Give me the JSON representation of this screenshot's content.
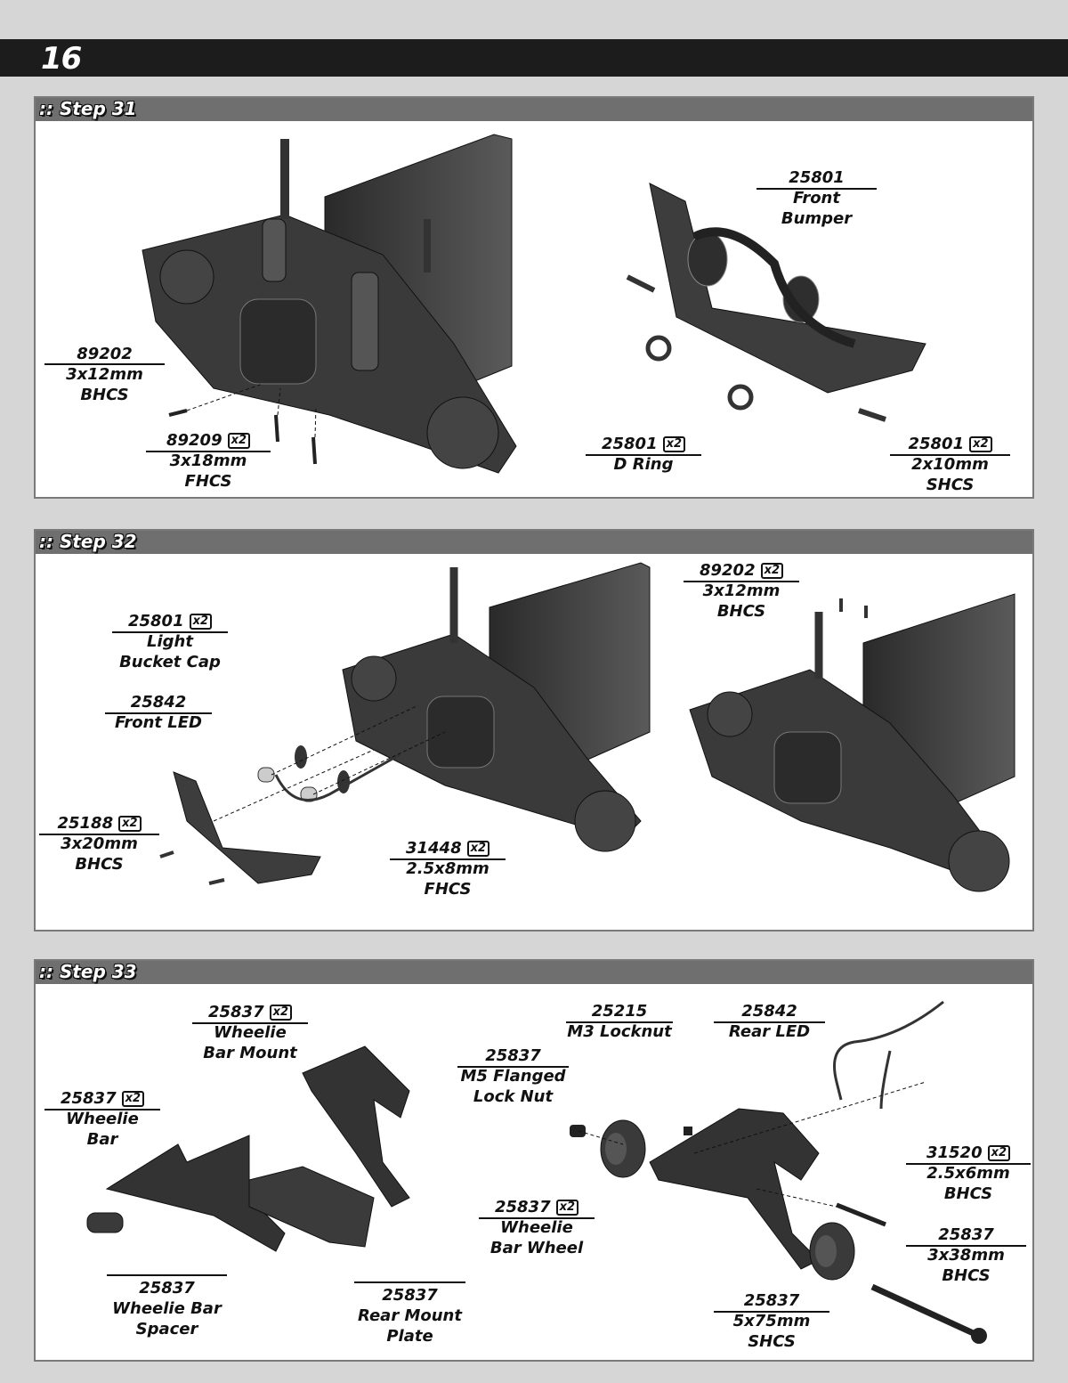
{
  "page_number": "16",
  "steps": [
    {
      "title": ":: Step 31",
      "labels": [
        {
          "num": "89202",
          "qty": "",
          "lines": [
            "3x12mm",
            "BHCS"
          ]
        },
        {
          "num": "89209",
          "qty": "x2",
          "lines": [
            "3x18mm",
            "FHCS"
          ]
        },
        {
          "num": "25801",
          "qty": "",
          "lines": [
            "Front",
            "Bumper"
          ]
        },
        {
          "num": "25801",
          "qty": "x2",
          "lines": [
            "D Ring"
          ]
        },
        {
          "num": "25801",
          "qty": "x2",
          "lines": [
            "2x10mm",
            "SHCS"
          ]
        }
      ]
    },
    {
      "title": ":: Step 32",
      "labels": [
        {
          "num": "25801",
          "qty": "x2",
          "lines": [
            "Light",
            "Bucket Cap"
          ]
        },
        {
          "num": "25842",
          "qty": "",
          "lines": [
            "Front LED"
          ]
        },
        {
          "num": "25188",
          "qty": "x2",
          "lines": [
            "3x20mm",
            "BHCS"
          ]
        },
        {
          "num": "31448",
          "qty": "x2",
          "lines": [
            "2.5x8mm",
            "FHCS"
          ]
        },
        {
          "num": "89202",
          "qty": "x2",
          "lines": [
            "3x12mm",
            "BHCS"
          ]
        }
      ]
    },
    {
      "title": ":: Step 33",
      "labels": [
        {
          "num": "25837",
          "qty": "x2",
          "lines": [
            "Wheelie",
            "Bar Mount"
          ]
        },
        {
          "num": "25837",
          "qty": "x2",
          "lines": [
            "Wheelie",
            "Bar"
          ]
        },
        {
          "num": "25837",
          "qty": "",
          "lines": [
            "Wheelie Bar",
            "Spacer"
          ]
        },
        {
          "num": "25837",
          "qty": "",
          "lines": [
            "Rear Mount",
            "Plate"
          ]
        },
        {
          "num": "25837",
          "qty": "",
          "lines": [
            "M5 Flanged",
            "Lock Nut"
          ]
        },
        {
          "num": "25215",
          "qty": "",
          "lines": [
            "M3 Locknut"
          ]
        },
        {
          "num": "25842",
          "qty": "",
          "lines": [
            "Rear LED"
          ]
        },
        {
          "num": "25837",
          "qty": "x2",
          "lines": [
            "Wheelie",
            "Bar Wheel"
          ]
        },
        {
          "num": "31520",
          "qty": "x2",
          "lines": [
            "2.5x6mm",
            "BHCS"
          ]
        },
        {
          "num": "25837",
          "qty": "",
          "lines": [
            "3x38mm",
            "BHCS"
          ]
        },
        {
          "num": "25837",
          "qty": "",
          "lines": [
            "5x75mm",
            "SHCS"
          ]
        }
      ]
    }
  ]
}
